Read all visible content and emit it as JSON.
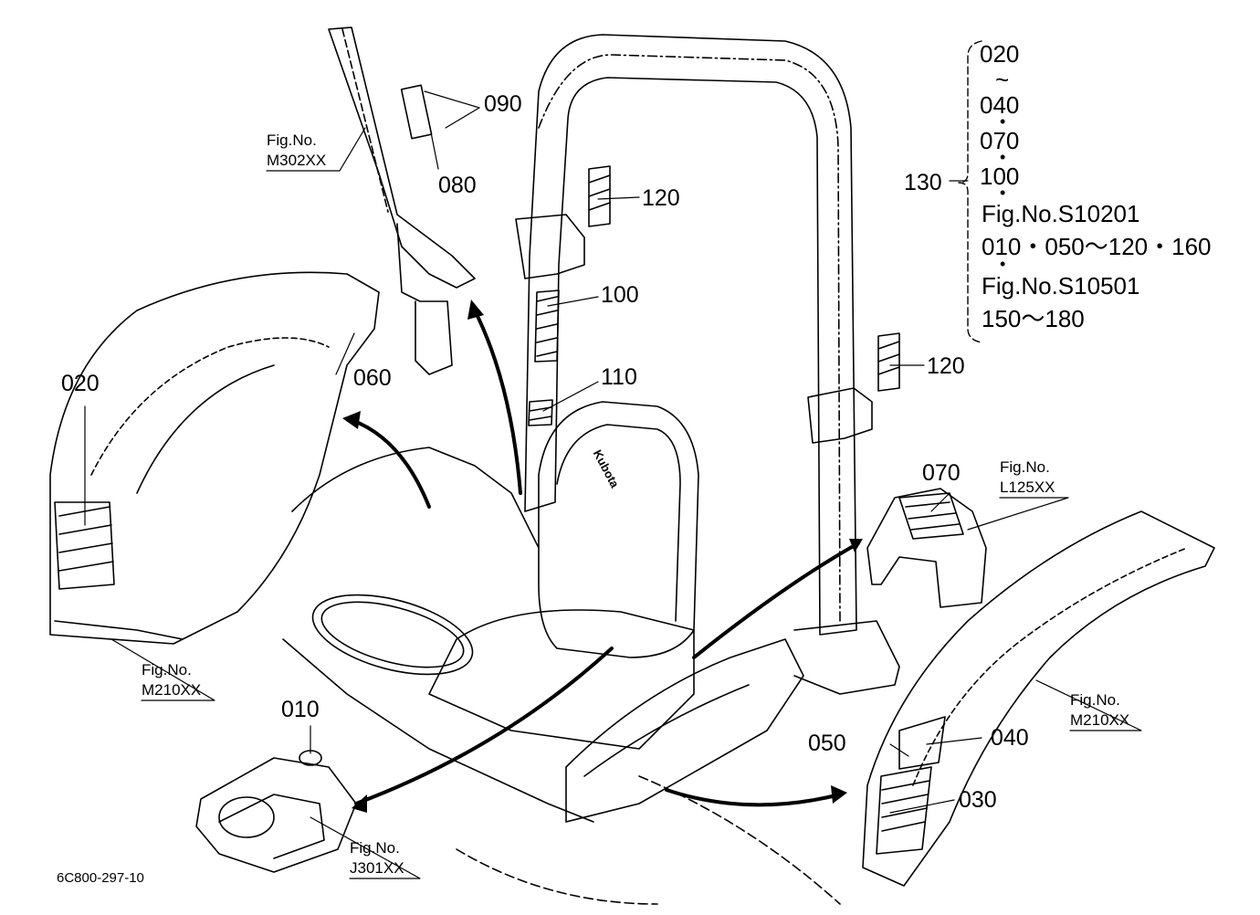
{
  "callouts": {
    "p010": "010",
    "p020": "020",
    "p030": "030",
    "p040": "040",
    "p050": "050",
    "p060": "060",
    "p070": "070",
    "p080": "080",
    "p090": "090",
    "p100": "100",
    "p110": "110",
    "p120a": "120",
    "p120b": "120",
    "p130": "130"
  },
  "fig_refs": {
    "m302": {
      "label": "Fig.No.",
      "code": "M302XX"
    },
    "m210_left": {
      "label": "Fig.No.",
      "code": "M210XX"
    },
    "m210_right": {
      "label": "Fig.No.",
      "code": "M210XX"
    },
    "l125": {
      "label": "Fig.No.",
      "code": "L125XX"
    },
    "j301": {
      "label": "Fig.No.",
      "code": "J301XX"
    }
  },
  "set_note": {
    "line1": "020",
    "line2": "~",
    "line3": "040",
    "line4": "070",
    "line5": "100",
    "line6": "Fig.No.S10201",
    "line7": "010・050～120・160",
    "line8": "Fig.No.S10501",
    "line9": "150～180"
  },
  "drawing_code": "6C800-297-10",
  "seat_brand": "Kubota"
}
